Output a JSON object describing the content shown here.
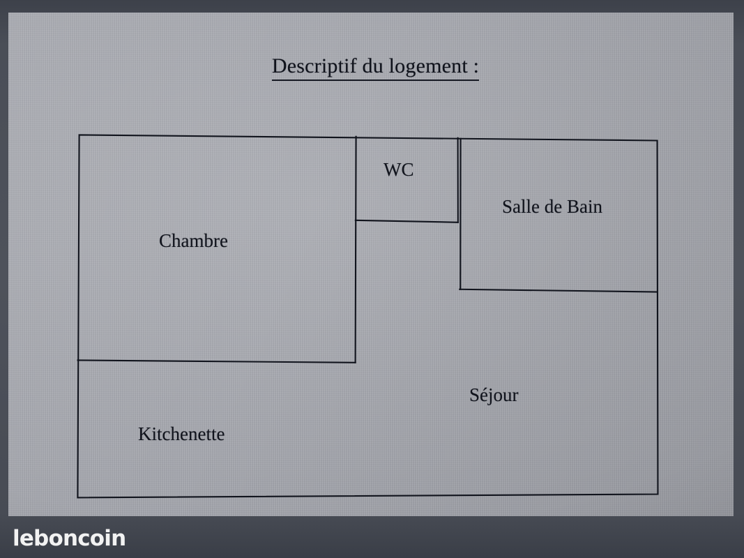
{
  "document": {
    "title": "Descriptif du logement :",
    "title_underlined": true,
    "kind": "apartment-floor-plan"
  },
  "floor_plan": {
    "rooms": [
      {
        "id": "chambre",
        "label": "Chambre"
      },
      {
        "id": "wc",
        "label": "WC"
      },
      {
        "id": "salle-de-bain",
        "label": "Salle de Bain"
      },
      {
        "id": "sejour",
        "label": "Séjour"
      },
      {
        "id": "kitchenette",
        "label": "Kitchenette"
      }
    ],
    "wall_color": "#11141d",
    "paper_color": "#a6a8af"
  },
  "watermark": {
    "text": "leboncoin",
    "color": "#f2f2f2"
  },
  "frame": {
    "bezel_color": "#474b54"
  }
}
